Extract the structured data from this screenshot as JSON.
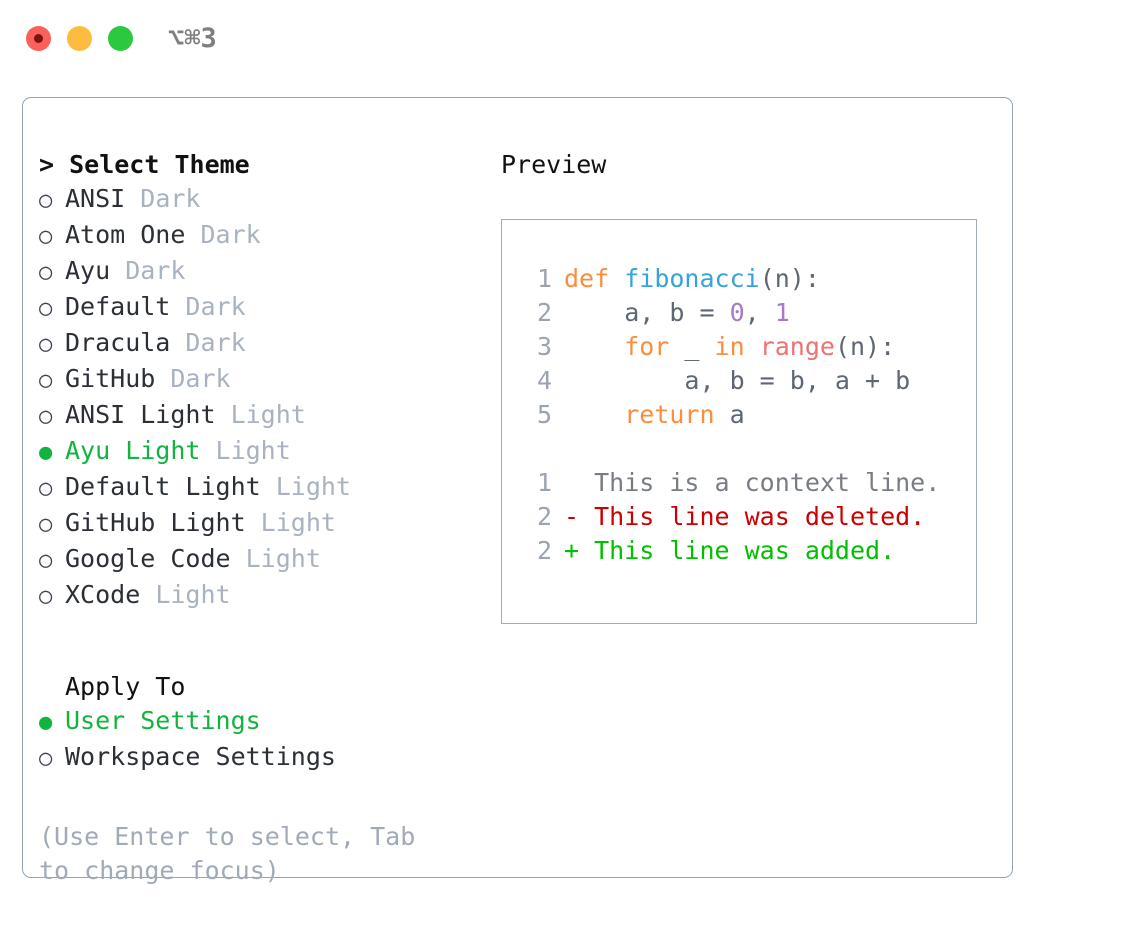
{
  "titlebar": {
    "shortcut": "⌥⌘3",
    "buttons": [
      {
        "name": "close",
        "color": "#fc6058"
      },
      {
        "name": "minimize",
        "color": "#fdbc40"
      },
      {
        "name": "maximize",
        "color": "#2ac940"
      }
    ]
  },
  "theme_section": {
    "header": "> Select Theme",
    "items": [
      {
        "marker": "○",
        "name": "ANSI",
        "variant": "Dark",
        "selected": false
      },
      {
        "marker": "○",
        "name": "Atom One",
        "variant": "Dark",
        "selected": false
      },
      {
        "marker": "○",
        "name": "Ayu",
        "variant": "Dark",
        "selected": false
      },
      {
        "marker": "○",
        "name": "Default",
        "variant": "Dark",
        "selected": false
      },
      {
        "marker": "○",
        "name": "Dracula",
        "variant": "Dark",
        "selected": false
      },
      {
        "marker": "○",
        "name": "GitHub",
        "variant": "Dark",
        "selected": false
      },
      {
        "marker": "○",
        "name": "ANSI Light",
        "variant": "Light",
        "selected": false
      },
      {
        "marker": "●",
        "name": "Ayu Light",
        "variant": "Light",
        "selected": true
      },
      {
        "marker": "○",
        "name": "Default Light",
        "variant": "Light",
        "selected": false
      },
      {
        "marker": "○",
        "name": "GitHub Light",
        "variant": "Light",
        "selected": false
      },
      {
        "marker": "○",
        "name": "Google Code",
        "variant": "Light",
        "selected": false
      },
      {
        "marker": "○",
        "name": "XCode",
        "variant": "Light",
        "selected": false
      }
    ]
  },
  "apply_section": {
    "header": "Apply To",
    "items": [
      {
        "marker": "●",
        "name": "User Settings",
        "selected": true
      },
      {
        "marker": "○",
        "name": "Workspace Settings",
        "selected": false
      }
    ]
  },
  "hint": "(Use Enter to select, Tab to change focus)",
  "preview": {
    "title": "Preview",
    "code_lines": [
      {
        "lno": "1",
        "tokens": [
          {
            "text": "def ",
            "cls": "tok-kw"
          },
          {
            "text": "fibonacci",
            "cls": "tok-fn"
          },
          {
            "text": "(n):",
            "cls": "tok-plain"
          }
        ]
      },
      {
        "lno": "2",
        "tokens": [
          {
            "text": "    a, b = ",
            "cls": "tok-plain"
          },
          {
            "text": "0",
            "cls": "tok-num"
          },
          {
            "text": ", ",
            "cls": "tok-plain"
          },
          {
            "text": "1",
            "cls": "tok-num"
          }
        ]
      },
      {
        "lno": "3",
        "tokens": [
          {
            "text": "    for ",
            "cls": "tok-kw"
          },
          {
            "text": "_ ",
            "cls": "tok-plain"
          },
          {
            "text": "in ",
            "cls": "tok-kw"
          },
          {
            "text": "range",
            "cls": "tok-bi"
          },
          {
            "text": "(n):",
            "cls": "tok-plain"
          }
        ]
      },
      {
        "lno": "4",
        "tokens": [
          {
            "text": "        a, b = b, a + b",
            "cls": "tok-plain"
          }
        ]
      },
      {
        "lno": "5",
        "tokens": [
          {
            "text": "    return ",
            "cls": "tok-kw"
          },
          {
            "text": "a",
            "cls": "tok-plain"
          }
        ]
      }
    ],
    "diff_lines": [
      {
        "lno": "1",
        "text": "  This is a context line.",
        "cls": "diff-ctx"
      },
      {
        "lno": "2",
        "text": "- This line was deleted.",
        "cls": "diff-del"
      },
      {
        "lno": "2",
        "text": "+ This line was added.",
        "cls": "diff-add"
      }
    ]
  },
  "colors": {
    "accent_selected": "#12b33f",
    "border": "#97a3b4",
    "muted_text": "#a8b2c1",
    "keyword": "#fa8d3e",
    "function": "#36a3d9",
    "builtin": "#f07171",
    "number": "#a37acc",
    "plain": "#5c6773",
    "diff_deleted": "#cc0000",
    "diff_added": "#00c000"
  }
}
